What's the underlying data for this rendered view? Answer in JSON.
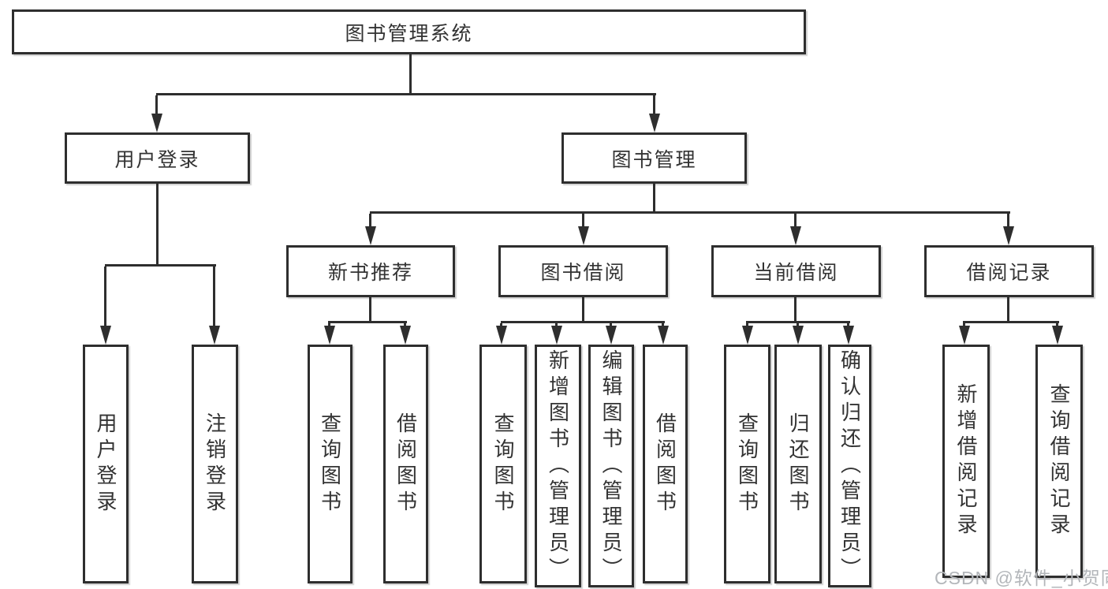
{
  "diagram": {
    "root": {
      "label": "图书管理系统"
    },
    "level1": {
      "user_login": {
        "label": "用户登录"
      },
      "book_mgmt": {
        "label": "图书管理"
      }
    },
    "level2": {
      "new_book_rec": {
        "label": "新书推荐"
      },
      "book_borrow": {
        "label": "图书借阅"
      },
      "current_borrow": {
        "label": "当前借阅"
      },
      "borrow_records": {
        "label": "借阅记录"
      }
    },
    "leaves": {
      "login_user_login": {
        "label": "用户登录"
      },
      "login_logout": {
        "label": "注销登录"
      },
      "rec_query_book": {
        "label": "查询图书"
      },
      "rec_borrow_book": {
        "label": "借阅图书"
      },
      "bb_query_book": {
        "label": "查询图书"
      },
      "bb_add_book": {
        "label": "新增图书（管理员）"
      },
      "bb_edit_book": {
        "label": "编辑图书（管理员）"
      },
      "bb_borrow_book": {
        "label": "借阅图书"
      },
      "cb_query_book": {
        "label": "查询图书"
      },
      "cb_return_book": {
        "label": "归还图书"
      },
      "cb_confirm_return": {
        "label": "确认归还（管理员）"
      },
      "br_add_record": {
        "label": "新增借阅记录"
      },
      "br_query_record": {
        "label": "查询借阅记录"
      }
    }
  },
  "watermark": "CSDN @软件_小贺同学",
  "colors": {
    "line": "#2e2e2e",
    "text": "#333333",
    "background": "#ffffff",
    "watermark": "#b3b6ba"
  }
}
